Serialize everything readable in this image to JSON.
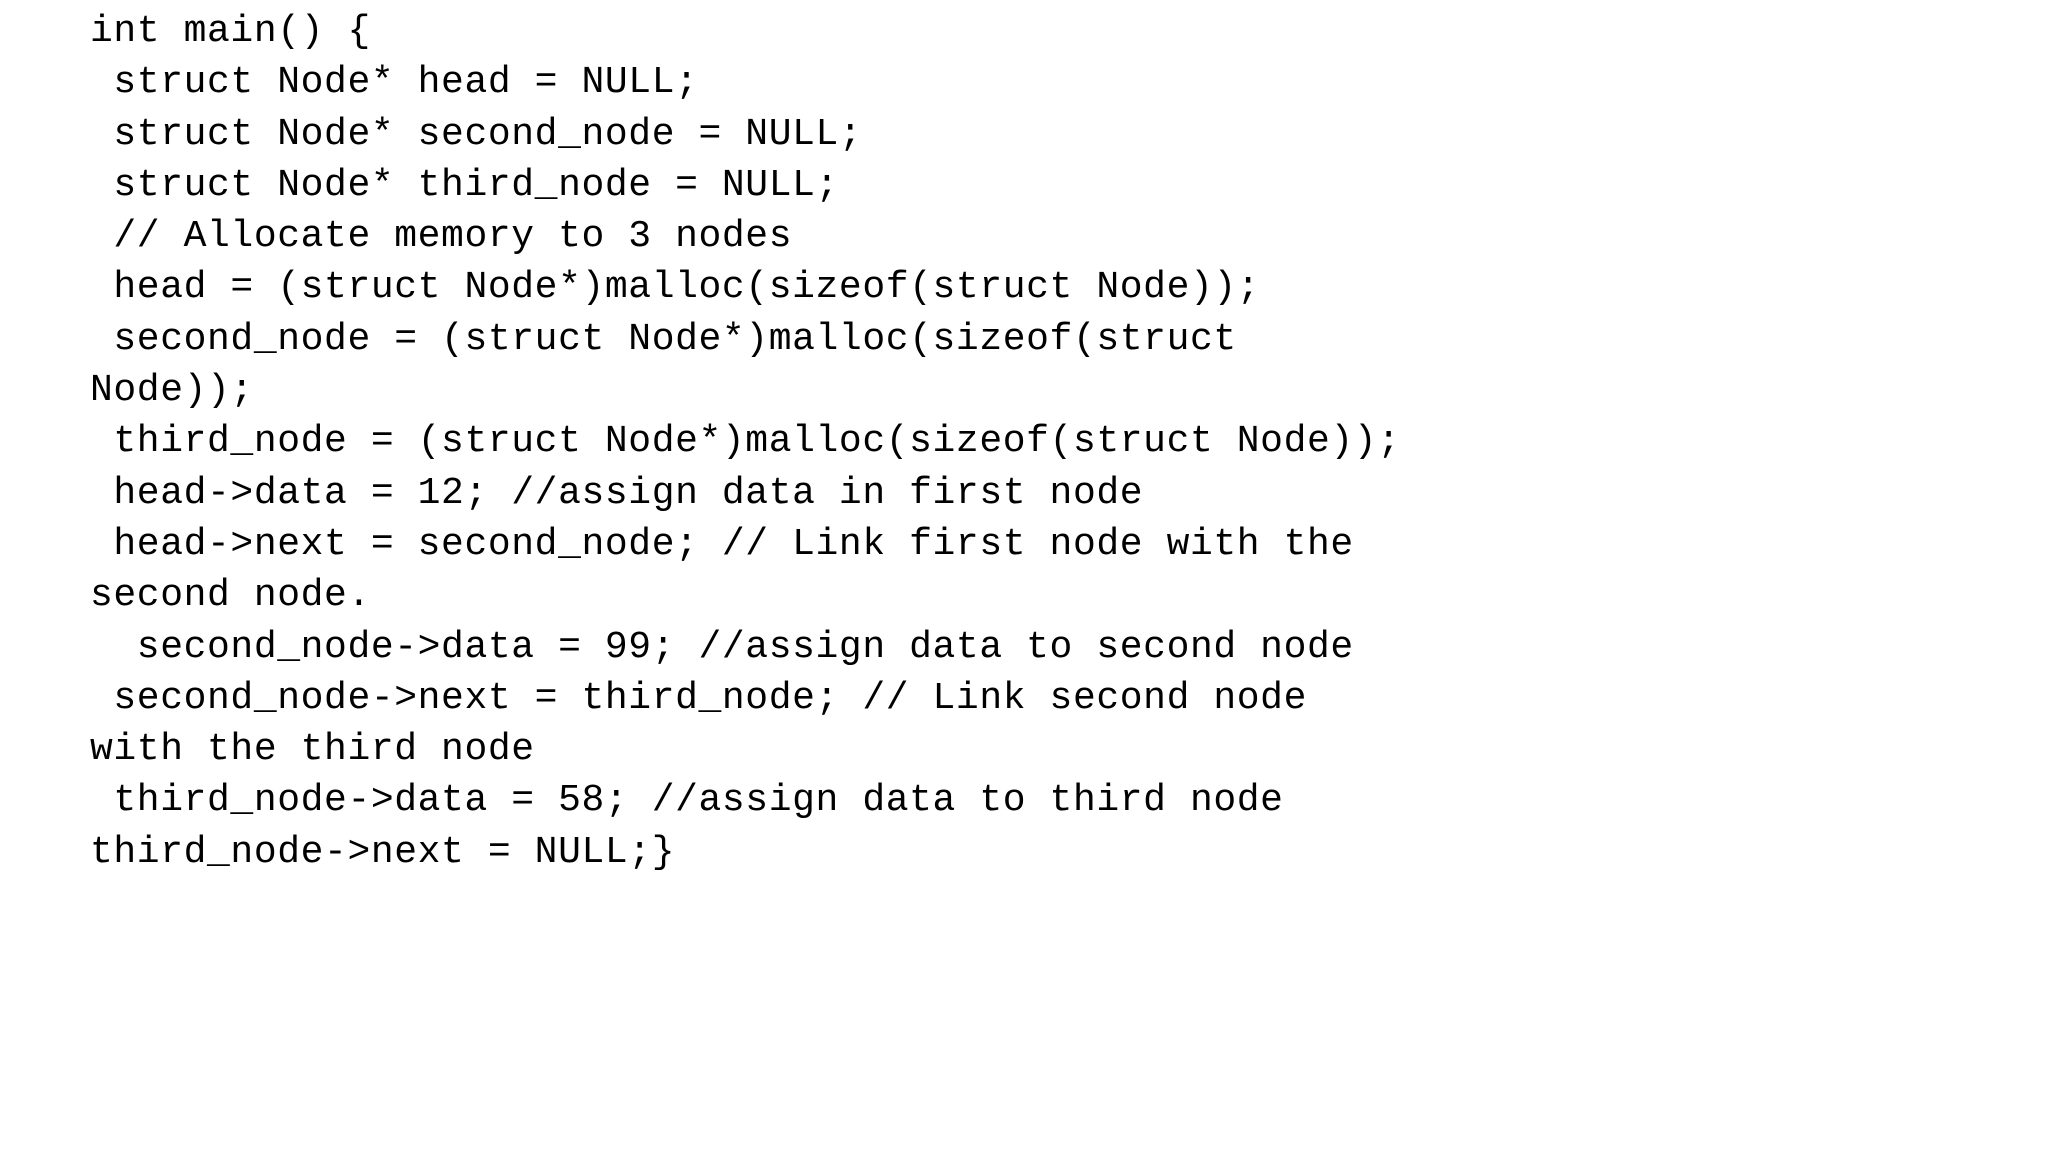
{
  "document": {
    "kind": "code-snippet",
    "language": "C",
    "background_color": "#ffffff",
    "text_color": "#000000",
    "code_lines": [
      "int main() {",
      " struct Node* head = NULL;",
      " struct Node* second_node = NULL;",
      " struct Node* third_node = NULL;",
      " // Allocate memory to 3 nodes",
      " head = (struct Node*)malloc(sizeof(struct Node));",
      " second_node = (struct Node*)malloc(sizeof(struct",
      "Node));",
      " third_node = (struct Node*)malloc(sizeof(struct Node));",
      " head->data = 12; //assign data in first node",
      " head->next = second_node; // Link first node with the",
      "second node.",
      "  second_node->data = 99; //assign data to second node",
      " second_node->next = third_node; // Link second node",
      "with the third node",
      " third_node->data = 58; //assign data to third node",
      "third_node->next = NULL;}"
    ]
  }
}
